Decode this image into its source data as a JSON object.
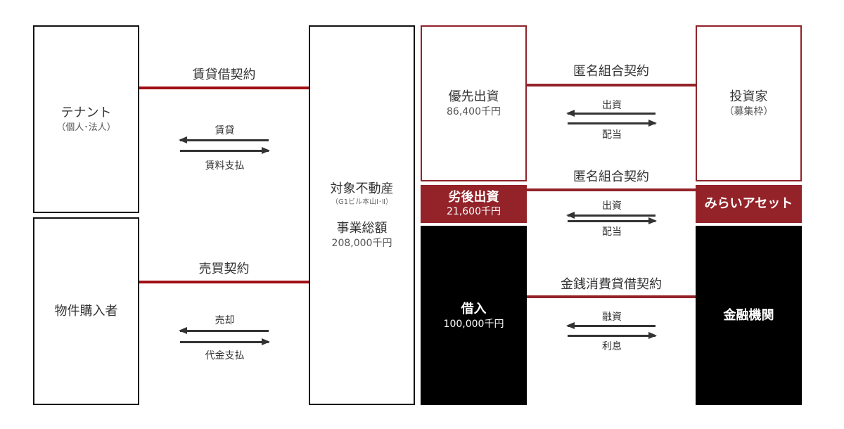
{
  "left": {
    "tenant": {
      "title": "テナント",
      "sub": "（個人･法人）"
    },
    "buyer": {
      "title": "物件購入者"
    },
    "property": {
      "title": "対象不動産",
      "sub": "（G1ビル本山Ⅰ･Ⅱ）",
      "total_label": "事業総額",
      "total_value": "208,000千円"
    },
    "lease": {
      "contract": "賃貸借契約",
      "arrow_left": "賃貸",
      "arrow_right": "賃料支払"
    },
    "sale": {
      "contract": "売買契約",
      "arrow_left": "売却",
      "arrow_right": "代金支払"
    }
  },
  "right": {
    "senior": {
      "title": "優先出資",
      "amount": "86,400千円"
    },
    "junior": {
      "title": "劣後出資",
      "amount": "21,600千円"
    },
    "loan": {
      "title": "借入",
      "amount": "100,000千円"
    },
    "investor": {
      "title": "投資家",
      "sub": "（募集枠）"
    },
    "mirai": {
      "title": "みらいアセット"
    },
    "bank": {
      "title": "金融機関"
    },
    "rel1": {
      "contract": "匿名組合契約",
      "arrow_left": "出資",
      "arrow_right": "配当"
    },
    "rel2": {
      "contract": "匿名組合契約",
      "arrow_left": "出資",
      "arrow_right": "配当"
    },
    "rel3": {
      "contract": "金銭消費貸借契約",
      "arrow_left": "融資",
      "arrow_right": "利息"
    }
  },
  "colors": {
    "red": "#932329",
    "contract_line": "#a00f14",
    "black": "#000000"
  }
}
